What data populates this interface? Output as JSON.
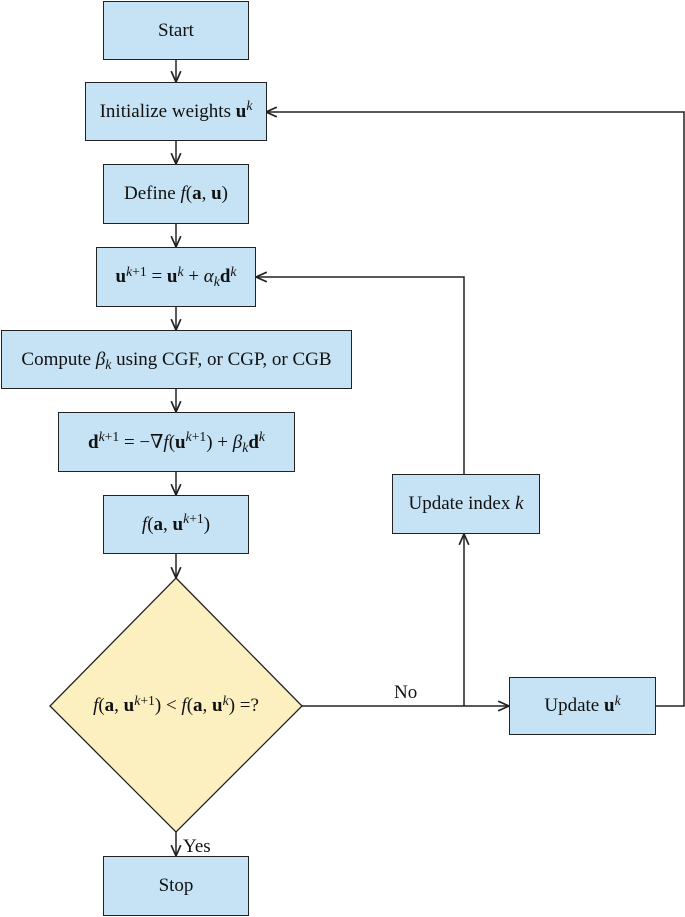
{
  "nodes": {
    "start": "Start",
    "init_prefix": "Initialize weights ",
    "define_prefix": "Define ",
    "compute_prefix": "Compute ",
    "compute_suffix": " using CGF, or CGP, or CGB",
    "update_index_prefix": "Update index ",
    "update_u_prefix": "Update ",
    "stop": "Stop"
  },
  "edge_labels": {
    "no": "No",
    "yes": "Yes"
  },
  "colors": {
    "process_fill": "#c5e3f4",
    "decision_fill": "#fcf0c0",
    "stroke": "#222222"
  }
}
